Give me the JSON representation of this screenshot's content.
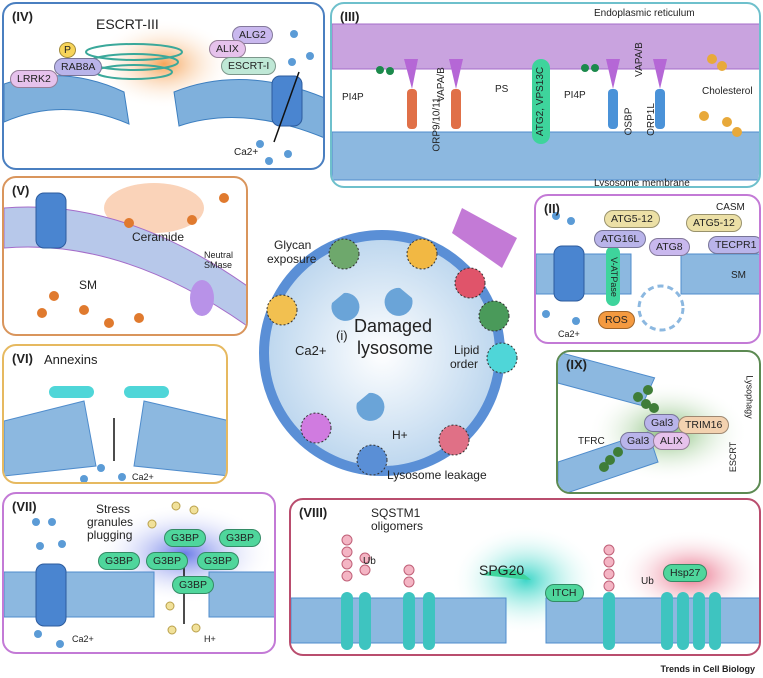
{
  "figure": {
    "credit": "Trends in Cell Biology",
    "center": {
      "label_num": "(i)",
      "label": [
        "Damaged",
        "lysosome"
      ],
      "ca_label": "Ca2+",
      "h_label": "H+",
      "annotations": {
        "glycan": [
          "Glycan",
          "exposure"
        ],
        "lipid": [
          "Lipid",
          "order"
        ],
        "leakage": "Lysosome leakage"
      }
    },
    "panels": {
      "iv": {
        "label": "(IV)",
        "title": "ESCRT-III",
        "proteins": [
          "LRRK2",
          "P",
          "RAB8A",
          "ALG2",
          "ALIX",
          "ESCRT-I"
        ],
        "ion": "Ca2+"
      },
      "iii": {
        "label": "(III)",
        "top": "Endoplasmic reticulum",
        "bottom": "Lysosome membrane",
        "labels": [
          "PI4P",
          "VAPA/B",
          "ORP9/10/11",
          "PS",
          "ATG2, VPS13C",
          "PI4P",
          "OSBP",
          "VAPA/B",
          "ORP1L",
          "Cholesterol"
        ]
      },
      "v": {
        "label": "(V)",
        "labels": [
          "Ceramide",
          "SM",
          "Neutral SMase"
        ]
      },
      "vi": {
        "label": "(VI)",
        "title": "Annexins",
        "ion": "Ca2+"
      },
      "ii": {
        "label": "(II)",
        "title": "CASM",
        "proteins": [
          "ATG5-12",
          "ATG16L",
          "ATG8",
          "ATG5-12",
          "TECPR1",
          "V-ATPase",
          "SM",
          "ROS"
        ],
        "ion": "Ca2+"
      },
      "ix": {
        "label": "(IX)",
        "proteins": [
          "Gal3",
          "TRIM16",
          "Gal3",
          "ALIX",
          "TFRC"
        ],
        "side": [
          "Lysophagy",
          "ESCRT"
        ]
      },
      "vii": {
        "label": "(VII)",
        "title": [
          "Stress",
          "granules",
          "plugging"
        ],
        "proteins": [
          "G3BP",
          "G3BP",
          "G3BP",
          "G3BP",
          "G3BP",
          "G3BP"
        ],
        "ions": [
          "Ca2+",
          "H+"
        ]
      },
      "viii": {
        "label": "(VIII)",
        "labels": [
          "SQSTM1",
          "oligomers",
          "Ub",
          "SPG20",
          "ITCH",
          "Ub",
          "Hsp27"
        ]
      }
    }
  }
}
